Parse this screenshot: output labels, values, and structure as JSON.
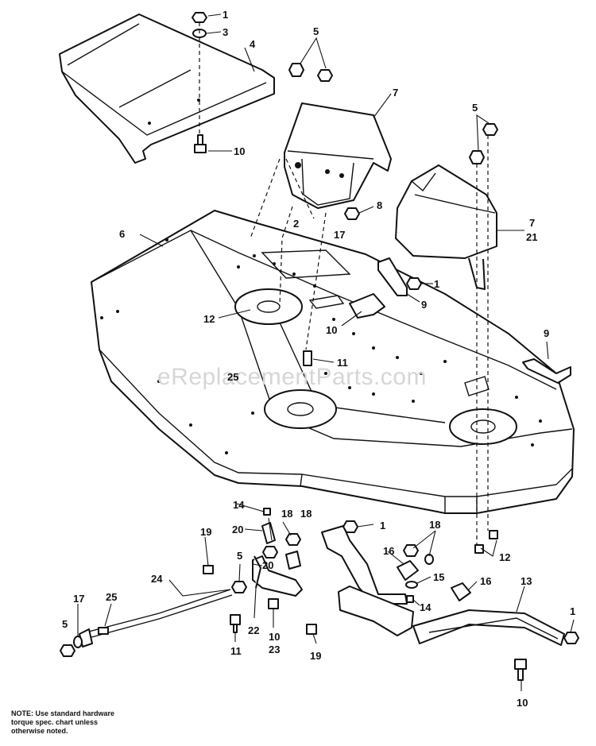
{
  "watermark": "eReplacementParts.com",
  "callouts": {
    "c1a": "1",
    "c3": "3",
    "c4": "4",
    "c5a": "5",
    "c7a": "7",
    "c5b": "5",
    "c10a": "10",
    "c6": "6",
    "c2": "2",
    "c17a": "17",
    "c8": "8",
    "c7b": "7",
    "c21": "21",
    "c1b": "1",
    "c9a": "9",
    "c12a": "12",
    "c10b": "10",
    "c11a": "11",
    "c25a": "25",
    "c9b": "9",
    "c14a": "14",
    "c18a": "18",
    "c18b": "18",
    "c1c": "1",
    "c18c": "18",
    "c20a": "20",
    "c19a": "19",
    "c5c": "5",
    "c20b": "20",
    "c16a": "16",
    "c12b": "12",
    "c24": "24",
    "c15": "15",
    "c16b": "16",
    "c13": "13",
    "c25b": "25",
    "c17b": "17",
    "c14b": "14",
    "c1d": "1",
    "c5d": "5",
    "c22": "22",
    "c10c": "10",
    "c23": "23",
    "c19b": "19",
    "c11b": "11",
    "c10d": "10"
  },
  "note": {
    "line1": "NOTE: Use standard hardware",
    "line2": "torque spec. chart unless",
    "line3": "otherwise noted."
  }
}
